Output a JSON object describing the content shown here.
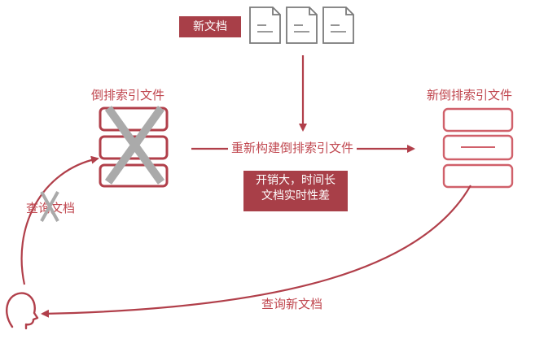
{
  "labels": {
    "new_doc": "新文档",
    "old_index": "倒排索引文件",
    "new_index": "新倒排索引文件",
    "rebuild": "重新构建倒排索引文件",
    "cost_line1": "开销大，时间长",
    "cost_line2": "文档实时性差",
    "query_old": "查询文档",
    "query_new": "查询新文档"
  },
  "icons": {
    "document": "document-icon",
    "index_stack": "index-stack-icon",
    "cross": "cross-mark-icon",
    "user": "user-head-icon"
  },
  "colors": {
    "accent": "#b13f4a",
    "accent_light": "#d0606a",
    "cross": "#aaaaaa",
    "label_text": "#c0474f",
    "pill_bg": "#a83f48",
    "doc_stroke": "#7a7a7a"
  }
}
